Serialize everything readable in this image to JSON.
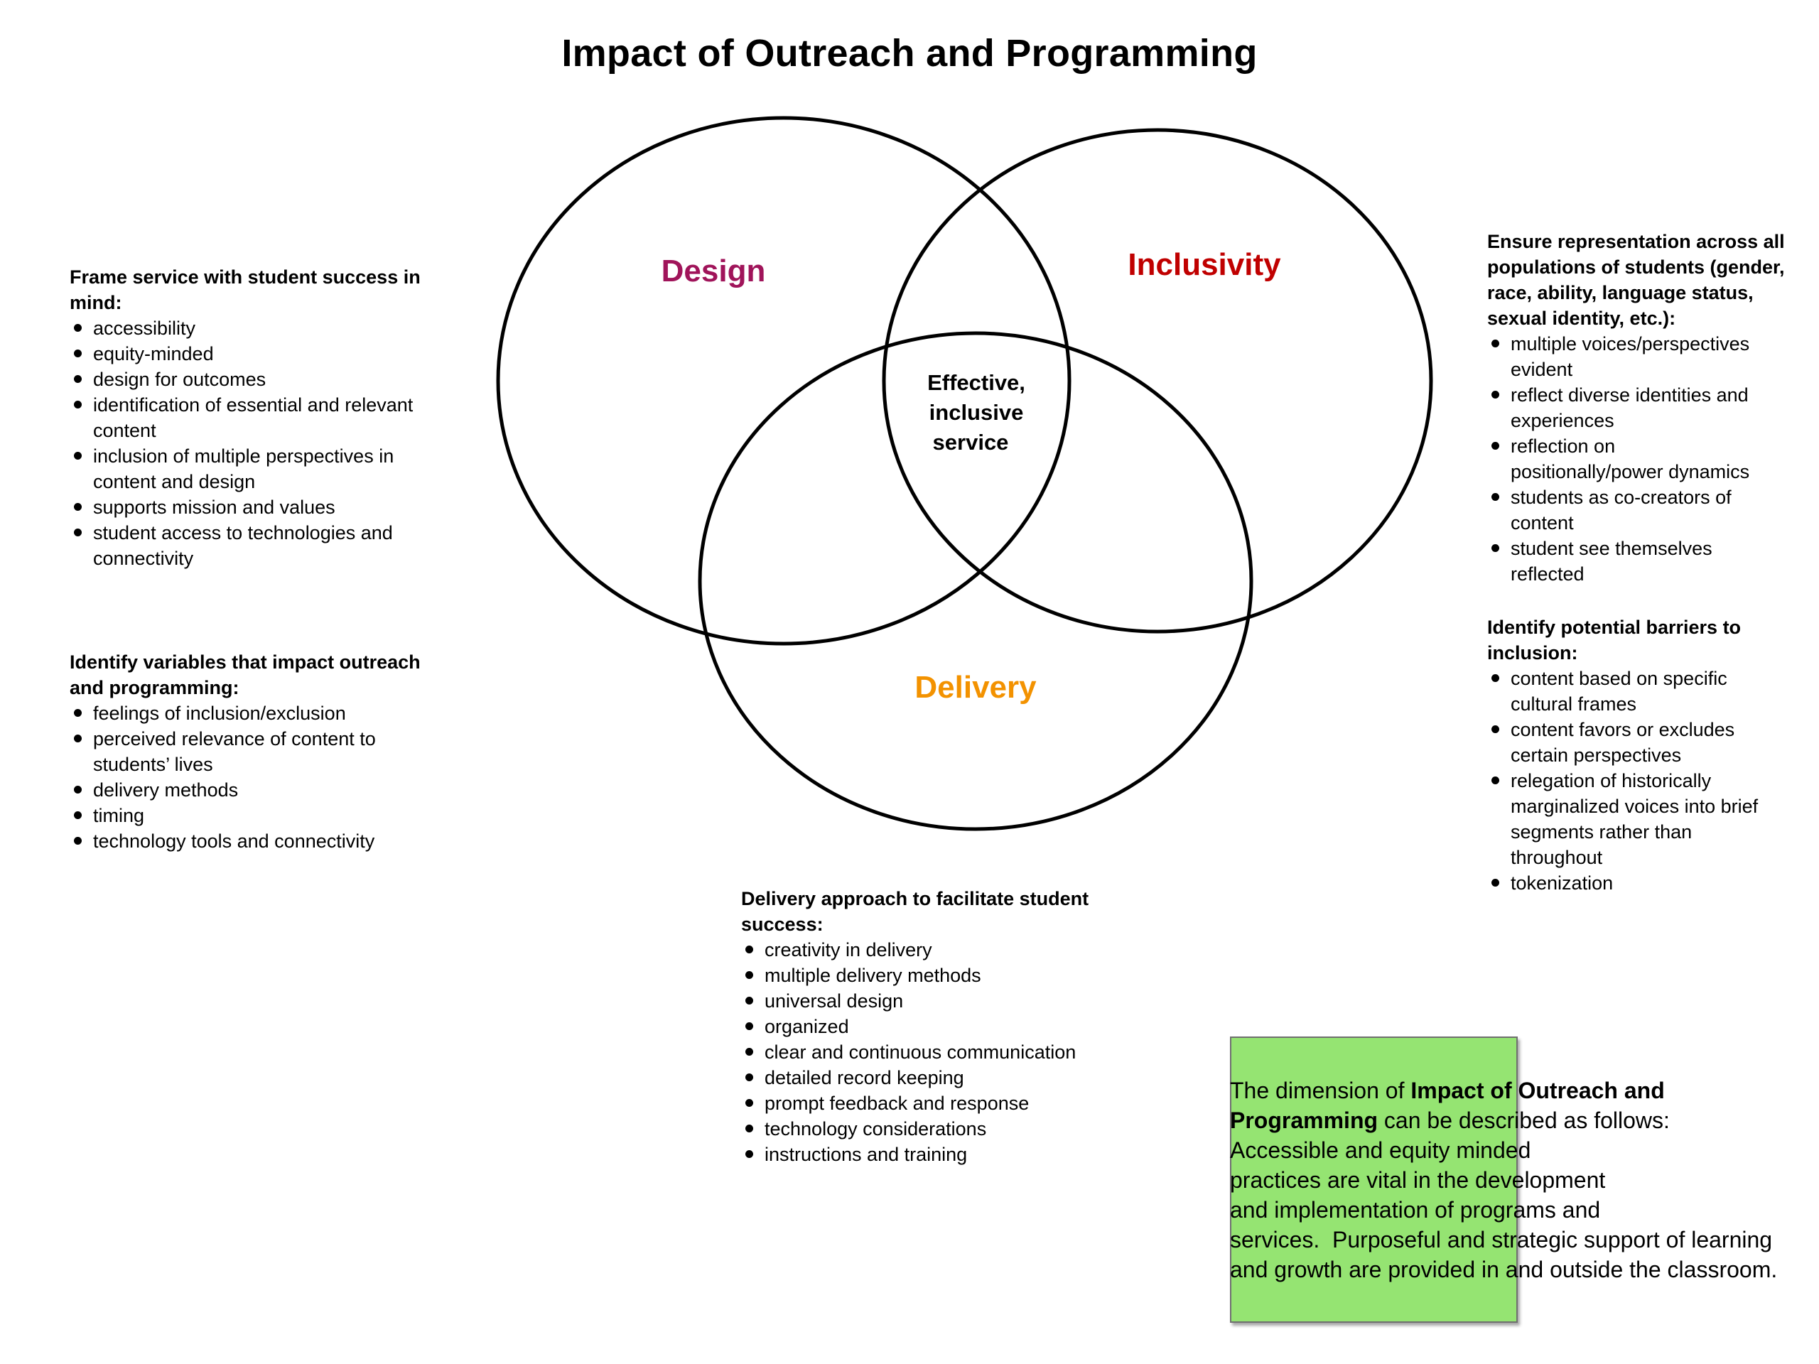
{
  "title": "Impact of Outreach and Programming",
  "venn": {
    "labels": {
      "design": "Design",
      "inclusivity": "Inclusivity",
      "delivery": "Delivery"
    },
    "colors": {
      "design": "#a0145a",
      "inclusivity": "#c00000",
      "delivery": "#f39200"
    },
    "center": [
      "Effective,",
      "inclusive",
      "service"
    ]
  },
  "design_block": {
    "heading_lines": [
      "Frame service with student success in",
      "mind:"
    ],
    "items": [
      "accessibility",
      "equity-minded",
      "design for outcomes",
      "identification of essential and relevant",
      "content",
      "inclusion of multiple perspectives in",
      "content and design",
      "supports mission and values",
      "student access to technologies and",
      "connectivity"
    ]
  },
  "variables_block": {
    "heading_lines": [
      "Identify variables that impact outreach",
      "and programming:"
    ],
    "items": [
      "feelings of inclusion/exclusion",
      "perceived relevance of content to",
      "students’ lives",
      "delivery methods",
      "timing",
      "technology tools and connectivity"
    ]
  },
  "inclusivity_block": {
    "heading_lines": [
      "Ensure representation across all",
      "populations of students (gender,",
      "race, ability, language status,",
      "sexual identity, etc.):"
    ],
    "items": [
      "multiple voices/perspectives",
      "evident",
      "reflect diverse identities and",
      "experiences",
      "reflection on",
      "positionally/power dynamics",
      "students as co-creators of",
      "content",
      "student see themselves",
      "reflected"
    ]
  },
  "barriers_block": {
    "heading_lines": [
      "Identify potential barriers to",
      "inclusion:"
    ],
    "items": [
      "content based on specific",
      "cultural frames",
      "content favors or excludes",
      "certain perspectives",
      "relegation of historically",
      "marginalized voices into brief",
      "segments rather than",
      "throughout",
      "tokenization"
    ]
  },
  "delivery_block": {
    "heading_lines": [
      "Delivery approach to facilitate student",
      "success:"
    ],
    "items": [
      "creativity in delivery",
      "multiple delivery methods",
      "universal design",
      "organized",
      "clear and continuous communication",
      "detailed record keeping",
      "prompt feedback and response",
      "technology considerations",
      "instructions and training"
    ]
  },
  "summary_box": {
    "line1_pre": "The dimension of ",
    "line1_bold": "Impact of Outreach and",
    "line2_bold": "Programming",
    "line2_post": " can be described as follows:",
    "lines": [
      "Accessible and equity minded",
      "practices are vital in the development",
      "and implementation of programs and",
      "services.  Purposeful and strategic support of learning",
      "and growth are provided in and outside the classroom."
    ],
    "color": "#95e472"
  }
}
